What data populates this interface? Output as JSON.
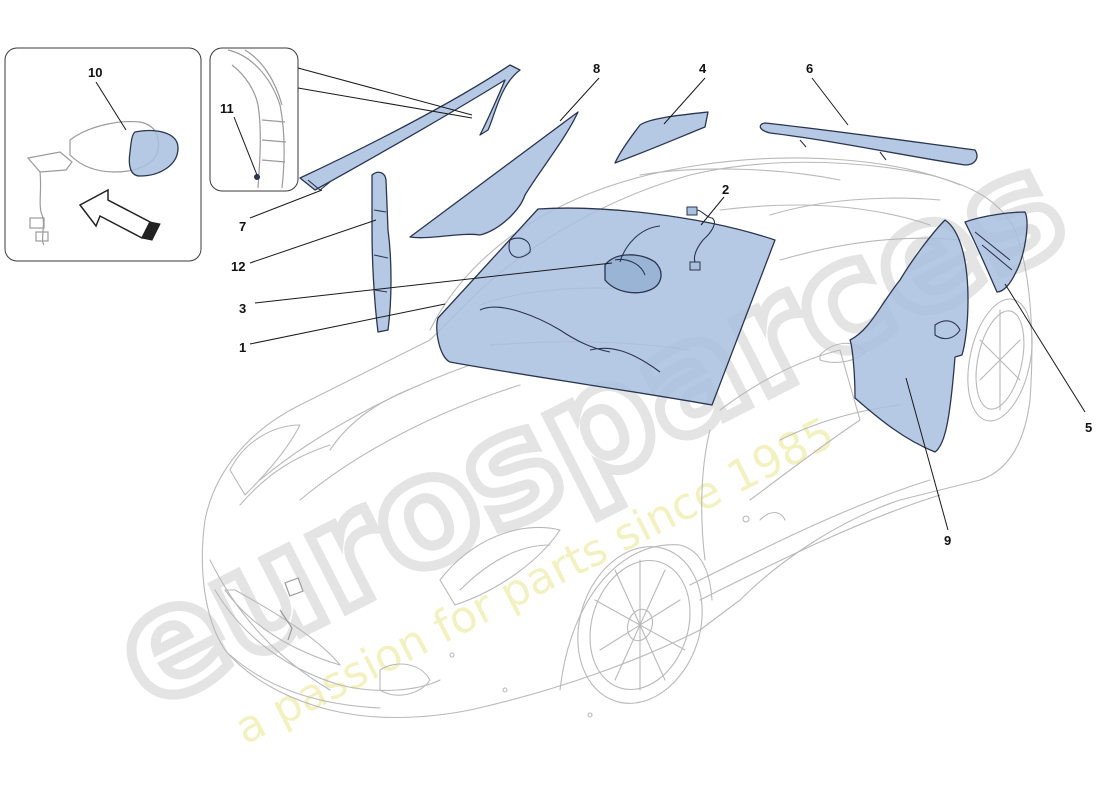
{
  "watermark": {
    "brand": "eurosparces",
    "tagline": "a passion for parts since 1985"
  },
  "callouts": {
    "c1": "1",
    "c2": "2",
    "c3": "3",
    "c4": "4",
    "c5": "5",
    "c6": "6",
    "c7": "7",
    "c8": "8",
    "c9": "9",
    "c10": "10",
    "c11": "11",
    "c12": "12"
  },
  "colors": {
    "glass_fill": "#a9c0df",
    "glass_stroke": "#2a3550",
    "car_outline": "#b9b9b9",
    "watermark_brand": "#e8e8e8",
    "watermark_tagline": "#f3f0b5"
  }
}
